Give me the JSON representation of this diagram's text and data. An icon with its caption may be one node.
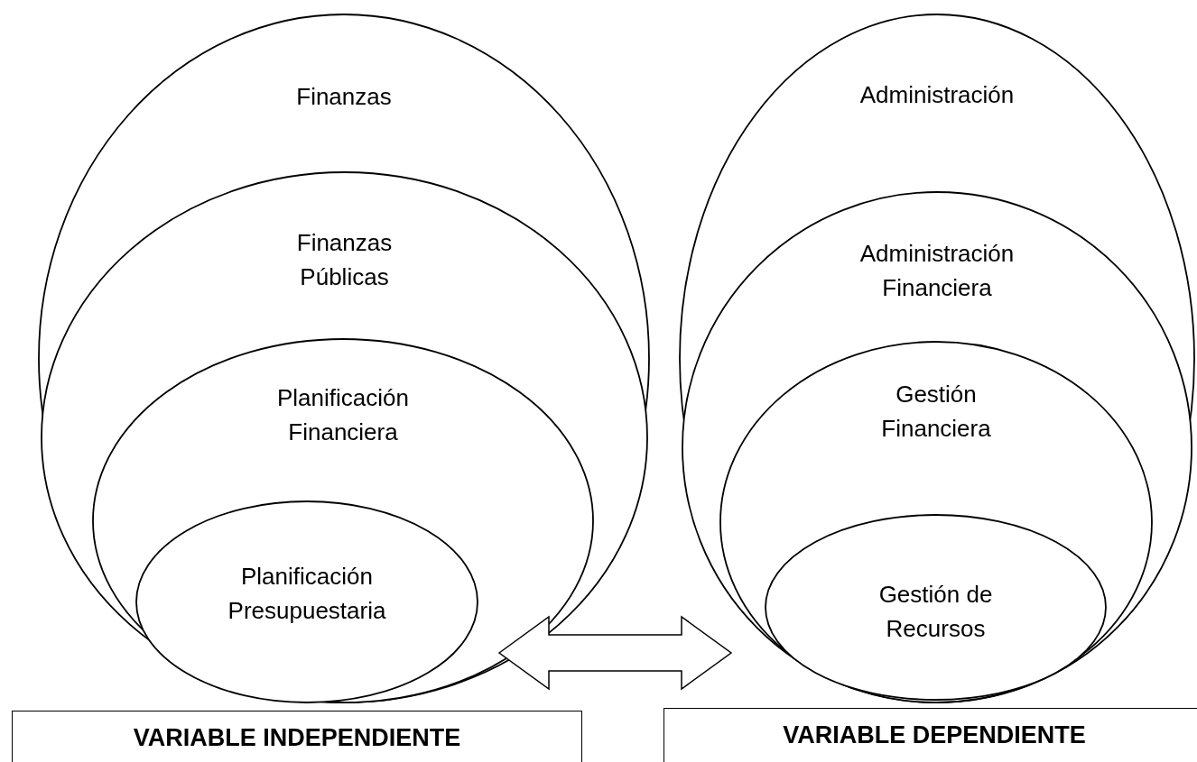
{
  "diagram": {
    "nodes": [
      {
        "text": [
          "Finanzas"
        ]
      },
      {
        "text": [
          "Finanzas Públicas"
        ],
        "in": 0
      },
      {
        "text": [
          "Planificación Financiera"
        ],
        "in": 1
      },
      {
        "text": [
          "Planificación Presupuestaria"
        ],
        "in": 2
      },
      {
        "text": [
          "Administración"
        ]
      },
      {
        "text": [
          "Administración Financiera"
        ],
        "in": 4
      },
      {
        "text": [
          "Gestión Financiera"
        ],
        "in": 5
      },
      {
        "text": [
          "Gestión de Recursos"
        ],
        "in": 6
      },
      {
        "text": [
          "VARIABLE INDEPENDIENTE"
        ]
      },
      {
        "text": [
          "VARIABLE DEPENDIENTE"
        ]
      }
    ],
    "edges": [
      {
        "from": 0,
        "to": 4,
        "arrow": "both"
      }
    ]
  }
}
